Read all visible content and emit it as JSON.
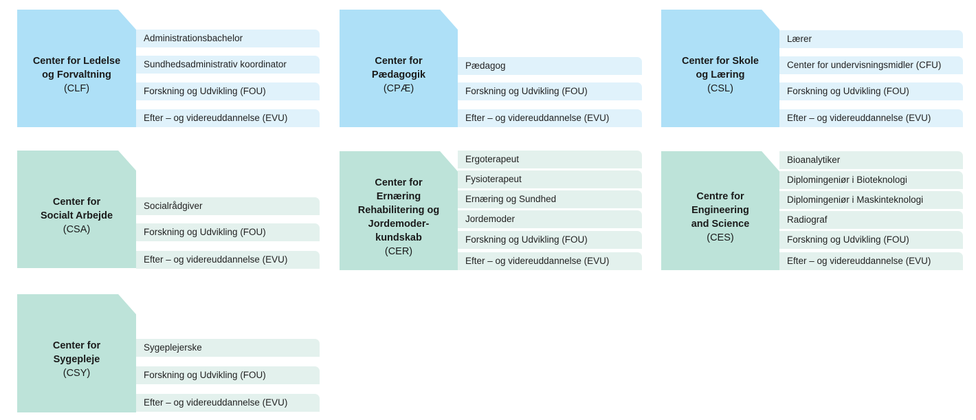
{
  "centers": [
    {
      "name": "Center for Ledelse\nog Forvaltning",
      "abbr": "(CLF)",
      "color": "#aee0f7",
      "programs": [
        "Administrationsbachelor",
        "Sundhedsadministrativ koordinator",
        "Forskning og Udvikling (FOU)",
        "Efter – og videreuddannelse (EVU)"
      ]
    },
    {
      "name": "Center for\nPædagogik",
      "abbr": "(CPÆ)",
      "color": "#aee0f7",
      "programs": [
        "Pædagog",
        "Forskning og Udvikling (FOU)",
        "Efter – og videreuddannelse (EVU)"
      ]
    },
    {
      "name": "Center for Skole\nog Læring",
      "abbr": "(CSL)",
      "color": "#aee0f7",
      "programs": [
        "Lærer",
        "Center for undervisningsmidler (CFU)",
        "Forskning og Udvikling (FOU)",
        "Efter – og videreuddannelse (EVU)"
      ]
    },
    {
      "name": "Center for\nSocialt Arbejde",
      "abbr": "(CSA)",
      "color": "#bde3d9",
      "programs": [
        "Socialrådgiver",
        "Forskning og Udvikling (FOU)",
        "Efter – og videreuddannelse (EVU)"
      ]
    },
    {
      "name": "Center for\nErnæring\nRehabilitering og\nJordemoder-\nkundskab",
      "abbr": "(CER)",
      "color": "#bde3d9",
      "programs": [
        "Ergoterapeut",
        "Fysioterapeut",
        "Ernæring og Sundhed",
        "Jordemoder",
        "Forskning og Udvikling (FOU)",
        "Efter – og videreuddannelse (EVU)"
      ]
    },
    {
      "name": "Centre for\nEngineering\nand Science",
      "abbr": "(CES)",
      "color": "#bde3d9",
      "programs": [
        "Bioanalytiker",
        "Diplomingeniør i Bioteknologi",
        "Diplomingeniør i Maskinteknologi",
        "Radiograf",
        "Forskning og Udvikling (FOU)",
        "Efter – og videreuddannelse (EVU)"
      ]
    },
    {
      "name": "Center for\nSygepleje",
      "abbr": "(CSY)",
      "color": "#bde3d9",
      "programs": [
        "Sygeplejerske",
        "Forskning og Udvikling (FOU)",
        "Efter – og videreuddannelse (EVU)"
      ]
    }
  ]
}
